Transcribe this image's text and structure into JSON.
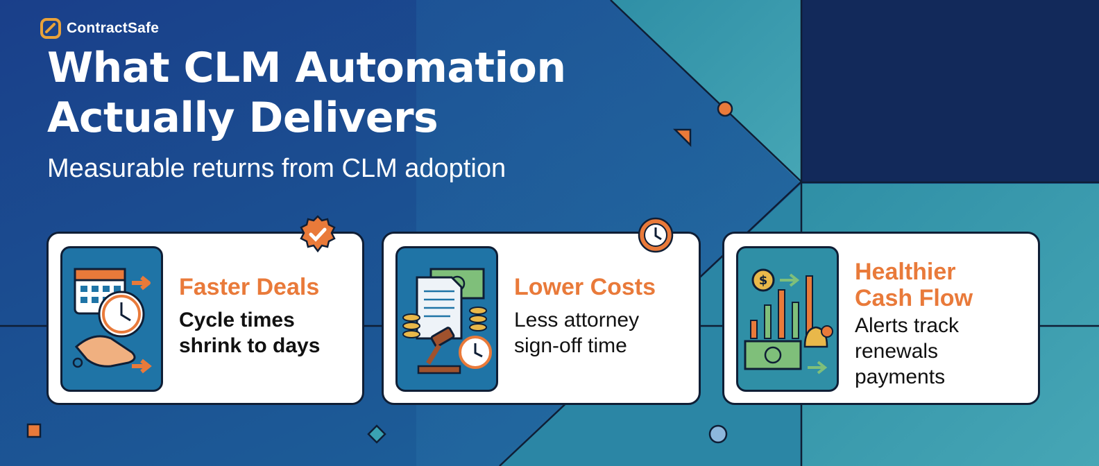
{
  "brand": {
    "name": "ContractSafe",
    "logo_icon": "interlocked-link-logo-icon"
  },
  "headline": {
    "line1": "What CLM Automation",
    "line2": "Actually Delivers"
  },
  "subtitle": "Measurable returns from CLM adoption",
  "colors": {
    "background": "#1b4a8f",
    "accent_orange": "#e97a3a",
    "teal": "#2f8fa6",
    "navy": "#12295a",
    "card_bg": "#ffffff",
    "outline": "#0f1e35"
  },
  "cards": [
    {
      "title": "Faster Deals",
      "desc_line1": "Cycle times",
      "desc_line2": "shrink to days",
      "illustration": "calendar-clock-handshake-icon",
      "badge": "checkmark-badge-icon"
    },
    {
      "title": "Lower Costs",
      "desc_line1": "Less attorney",
      "desc_line2": "sign-off time",
      "illustration": "document-money-gavel-icon",
      "badge": "clock-badge-icon"
    },
    {
      "title_line1": "Healthier",
      "title_line2": "Cash Flow",
      "desc_line1": "Alerts track",
      "desc_line2": "renewals",
      "desc_line3": "payments",
      "illustration": "bar-chart-bell-money-icon"
    }
  ]
}
